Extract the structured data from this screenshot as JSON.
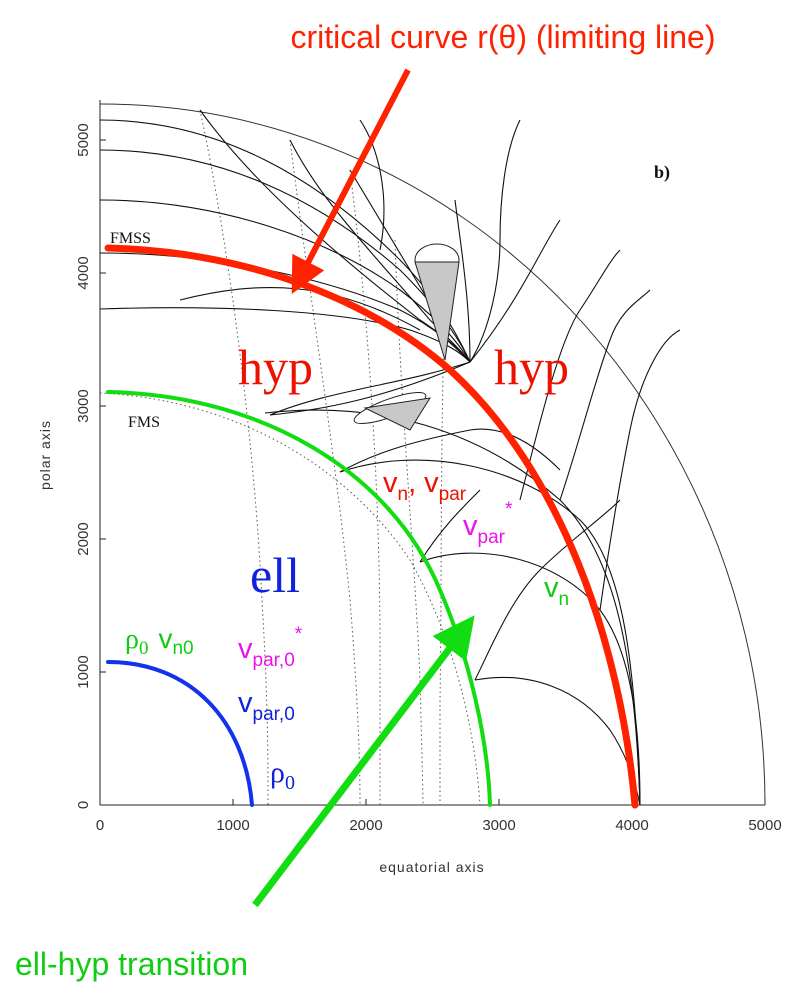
{
  "annotations": {
    "top": "critical curve r(θ) (limiting line)",
    "bottom": "ell-hyp transition"
  },
  "panel_label": "b)",
  "axes": {
    "xlabel": "equatorial axis",
    "ylabel": "polar axis",
    "xticks": [
      "0",
      "1000",
      "2000",
      "3000",
      "4000",
      "5000"
    ],
    "yticks": [
      "0",
      "1000",
      "2000",
      "3000",
      "4000",
      "5000"
    ]
  },
  "surface_labels": {
    "fmss": "FMSS",
    "fms": "FMS"
  },
  "regions": {
    "hyp_left": "hyp",
    "hyp_right": "hyp",
    "ell": "ell"
  },
  "speed_labels": {
    "vn_comma": "v",
    "vn_sub": "n",
    "vn_sep": ",",
    "vpar_main": "v",
    "vpar_sub": "par",
    "vparstar_main": "v",
    "vparstar_sub": "par",
    "vparstar_sup": "*",
    "vn_green_main": "v",
    "vn_green_sub": "n",
    "rho0_main": "ρ",
    "rho0_sub": "0",
    "vn0_main": "v",
    "vn0_sub": "n0",
    "vpar0star_main": "v",
    "vpar0star_sub": "par,0",
    "vpar0star_sup": "*",
    "vpar0_main": "v",
    "vpar0_sub": "par,0",
    "rho0b_main": "ρ",
    "rho0b_sub": "0"
  },
  "colors": {
    "critical_curve": "#ff2200",
    "transition_curve": "#11dd11",
    "inner_curve": "#1133ee",
    "magenta": "#ee11ee",
    "red_text": "#ee1100",
    "green_text": "#11cc11",
    "blue_text": "#1122dd"
  }
}
